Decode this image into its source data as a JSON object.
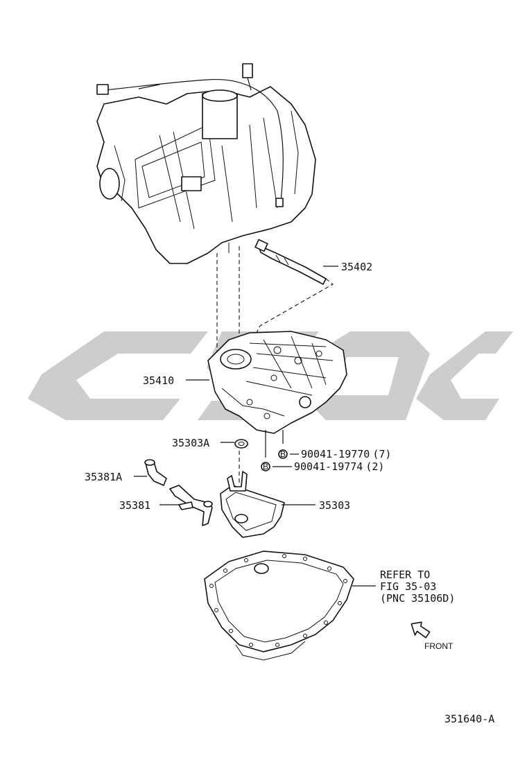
{
  "diagram": {
    "parts": [
      {
        "id": "35402",
        "label": "35402"
      },
      {
        "id": "35410",
        "label": "35410"
      },
      {
        "id": "35303A",
        "label": "35303A"
      },
      {
        "id": "35381A",
        "label": "35381A"
      },
      {
        "id": "35381",
        "label": "35381"
      },
      {
        "id": "35303",
        "label": "35303"
      }
    ],
    "bolts": [
      {
        "marker": "B",
        "part_no": "90041-19770",
        "qty": "(7)"
      },
      {
        "marker": "B",
        "part_no": "90041-19774",
        "qty": "(2)"
      }
    ],
    "reference": {
      "line1": "REFER TO",
      "line2": "FIG 35-03",
      "line3": "(PNC 35106D)"
    },
    "front_label": "FRONT",
    "figure_id": "351640-A",
    "watermark_text": "CSOC",
    "colors": {
      "ink": "#111111",
      "watermark": "#c8c8c8"
    }
  }
}
